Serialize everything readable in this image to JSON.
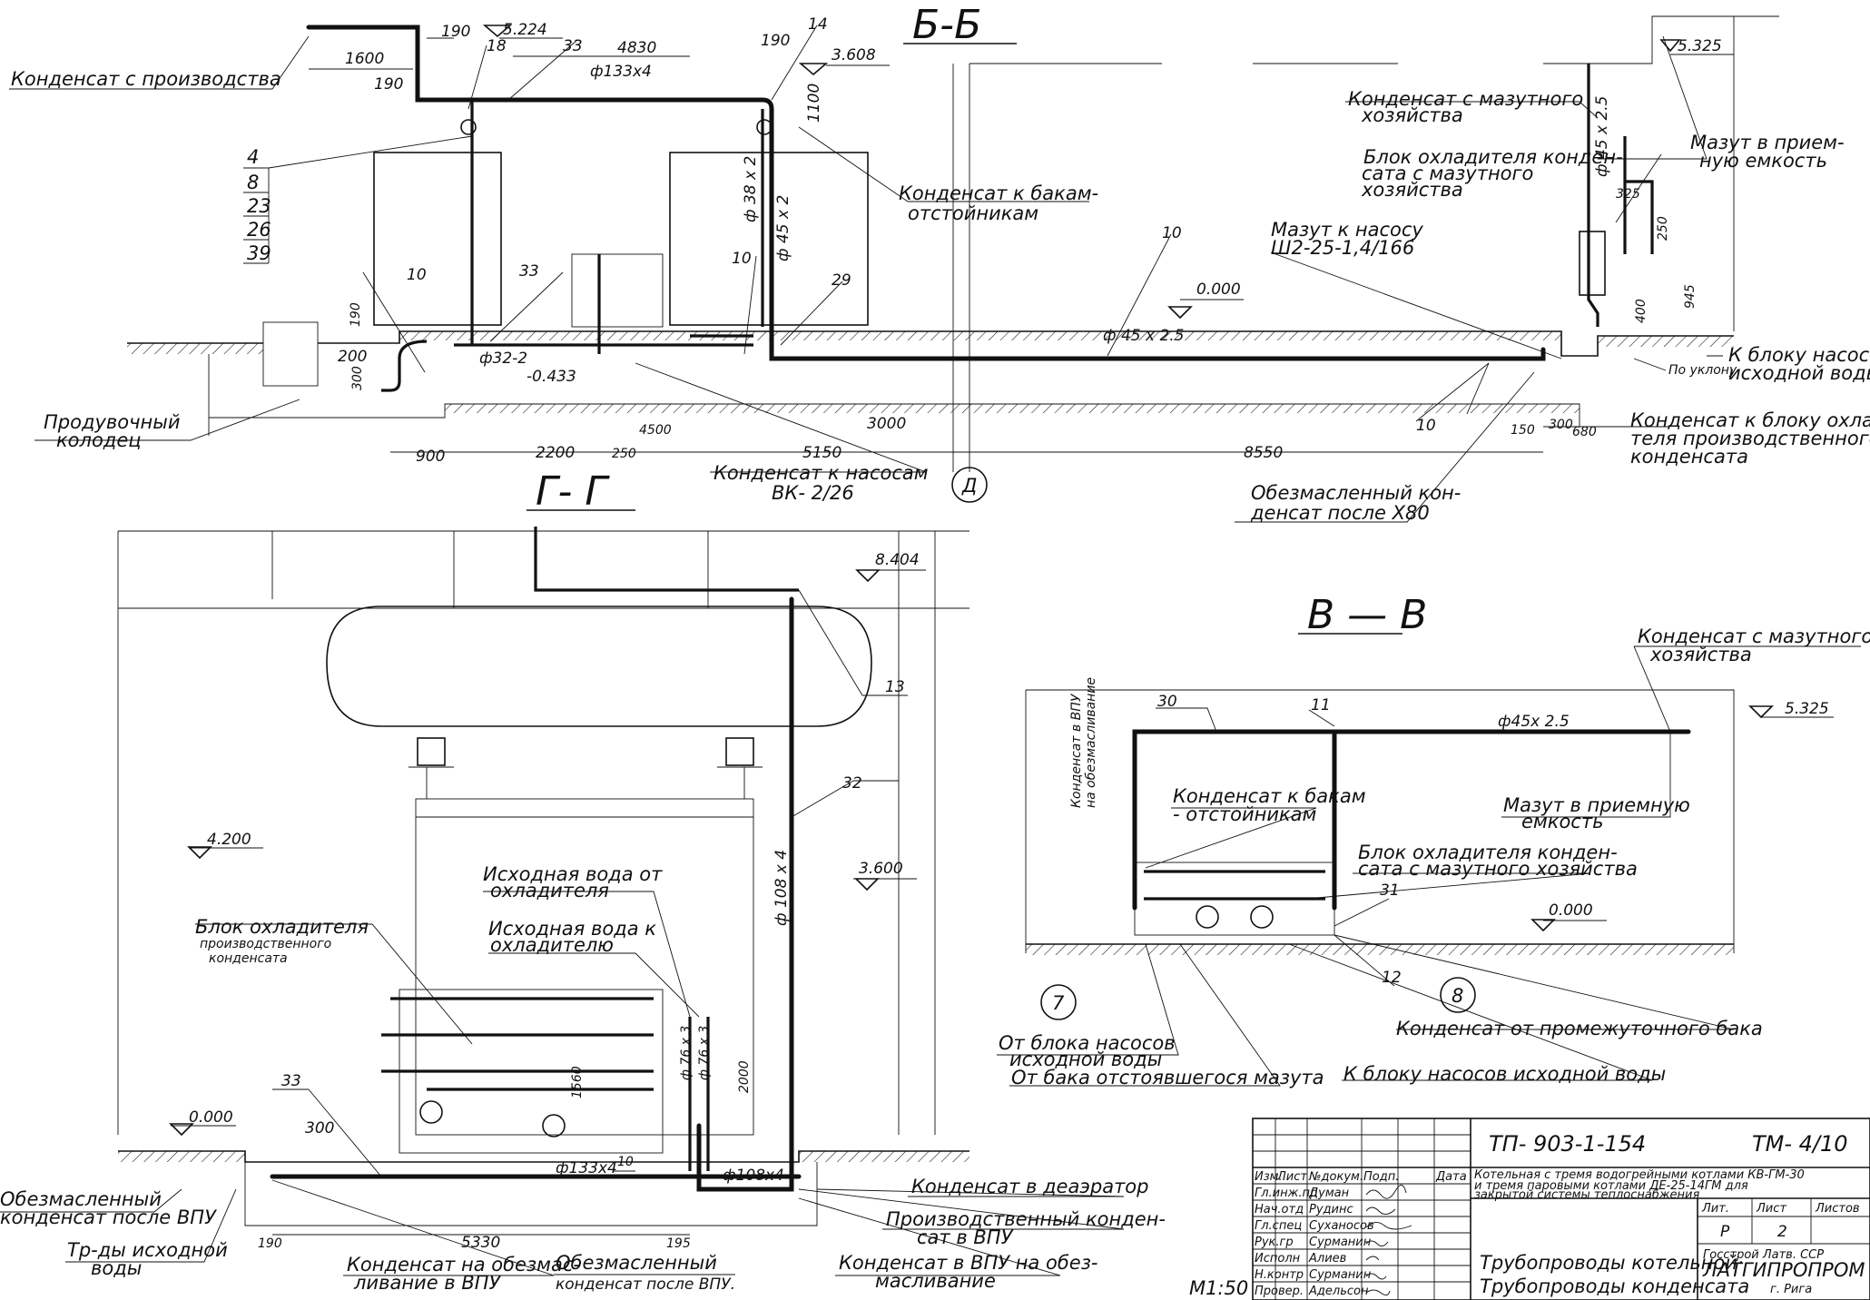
{
  "sections": {
    "bb": {
      "title": "Б-Б"
    },
    "gg": {
      "title": "Г- Г"
    },
    "vv": {
      "title": "В — В"
    }
  },
  "elevations": {
    "e5224": "5.224",
    "e3608": "3.608",
    "e5325a": "5.325",
    "e0000a": "0.000",
    "e0433": "-0.433",
    "e8404": "8.404",
    "e4200": "4.200",
    "e3600": "3.600",
    "e0000b": "0.000",
    "e5325b": "5.325",
    "e0000c": "0.000"
  },
  "dims": {
    "d1600": "1600",
    "d190a": "190",
    "d190b": "190",
    "d4830": "4830",
    "d190c": "190",
    "d1100": "1100",
    "p133a": "ф133х4",
    "p38": "ф 38 х 2",
    "p45v": "ф 45 х 2",
    "p45h": "ф 45 х 2.5",
    "p45r": "ф 45 х 2.5",
    "d325": "325",
    "d250": "250",
    "d945": "945",
    "d400": "400",
    "d190d": "190",
    "d200": "200",
    "d300": "300",
    "p32": "ф32-2",
    "d900": "900",
    "d2200": "2200",
    "d250b": "250",
    "d4500": "4500",
    "d3000": "3000",
    "d5150": "5150",
    "d8550": "8550",
    "d150": "150",
    "d300b": "300",
    "d680": "680",
    "p108v": "ф 108 х 4",
    "p76a": "ф 76 х 3",
    "p76b": "ф 76 х 3",
    "d1560": "1560",
    "d2000": "2000",
    "p133b": "ф133х4",
    "p108h": "ф108х4",
    "d300c": "300",
    "d5330": "5330",
    "d190e": "190",
    "d195": "195",
    "p45vv": "ф45х 2.5"
  },
  "positions": {
    "n18": "18",
    "n33a": "33",
    "n14": "14",
    "n4": "4",
    "n8": "8",
    "n23": "23",
    "n26": "26",
    "n39": "39",
    "n10a": "10",
    "n33b": "33",
    "n10b": "10",
    "n29": "29",
    "n10c": "10",
    "n10d": "10",
    "n13": "13",
    "n32": "32",
    "n33c": "33",
    "n10e": "10",
    "n30": "30",
    "n11": "11",
    "n31": "31",
    "n12": "12"
  },
  "axes": {
    "a_d": "Д",
    "a_7": "7",
    "a_8": "8"
  },
  "labels": {
    "kond_proizv": "Конденсат с производства",
    "kond_mazut1a": "Конденсат с мазутного",
    "kond_mazut1b": "хозяйства",
    "mazut_priem1a": "Мазут в прием-",
    "mazut_priem1b": "ную емкость",
    "blok_ohl1a": "Блок охладителя конден-",
    "blok_ohl1b": "сата с мазутного",
    "blok_ohl1c": "хозяйства",
    "kond_bakam1a": "Конденсат к бакам-",
    "kond_bakam1b": "отстойникам",
    "mazut_nasos_a": "Мазут к насосу",
    "mazut_nasos_b": "Ш2-25-1,4/166",
    "po_uklonu": "По уклону",
    "k_bloku_nas_a": "К блоку насосов",
    "k_bloku_nas_b": "исходной воды",
    "kond_k_bloku_a": "Конденсат к блоку охлади-",
    "kond_k_bloku_b": "теля производственного",
    "kond_k_bloku_c": "конденсата",
    "produv_a": "Продувочный",
    "produv_b": "колодец",
    "kond_nasosam_a": "Конденсат к насосам",
    "kond_nasosam_b": "ВК- 2/26",
    "obezm1_a": "Обезмасленный кон-",
    "obezm1_b": "денсат после Х80",
    "ish_ot_a": "Исходная вода от",
    "ish_ot_b": "охладителя",
    "ish_k_a": "Исходная вода к",
    "ish_k_b": "охладителю",
    "blok_proizv_a": "Блок охладителя",
    "blok_proizv_b": "производственного",
    "blok_proizv_c": "конденсата",
    "kond_deaer": "Конденсат в деаэратор",
    "proizv_kond_a": "Производственный конден-",
    "proizv_kond_b": "сат в ВПУ",
    "kond_vpu_a": "Конденсат в ВПУ на обез-",
    "kond_vpu_b": "масливание",
    "obezm2_a": "Обезмасленный",
    "obezm2_b": "конденсат после ВПУ",
    "trudy_a": "Тр-ды исходной",
    "trudy_b": "воды",
    "kond_obezmas_a": "Конденсат на обезмас-",
    "kond_obezmas_b": "ливание в ВПУ",
    "obezm3_a": "Обезмасленный",
    "obezm3_b": "конденсат после ВПУ.",
    "kond_mazut2a": "Конденсат с мазутного",
    "kond_mazut2b": "хозяйства",
    "kond_vpu_vert_a": "Конденсат в ВПУ",
    "kond_vpu_vert_b": "на обезмасливание",
    "kond_bakam2a": "Конденсат к бакам",
    "kond_bakam2b": "- отстойникам",
    "blok_ohl2a": "Блок охладителя конден-",
    "blok_ohl2b": "сата с мазутного хозяйства",
    "mazut_priem2a": "Мазут в приемную",
    "mazut_priem2b": "емкость",
    "ot_bloka_a": "От блока насосов",
    "ot_bloka_b": "исходной воды",
    "ot_baka": "От бака отстоявшегося мазута",
    "kond_promezh": "Конденсат от промежуточного бака",
    "k_bloku_ish": "К блоку насосов исходной воды"
  },
  "title_block": {
    "doc_code": "ТП- 903-1-154",
    "sheet_code": "ТМ- 4/10",
    "description_1": "Котельная с тремя водогрейными котлами КВ-ГМ-30",
    "description_2": "и тремя паровыми котлами ДЕ-25-14ГМ для",
    "description_3": "закрытой системы теплоснабжения",
    "drawing_title_1": "Трубопроводы котельной·",
    "drawing_title_2": "Трубопроводы конденсата",
    "org_1": "Госстрой Латв. ССР",
    "org_2": "ЛАТГИПРОПРОМ",
    "org_3": "г. Рига",
    "scale": "М1:50",
    "header": {
      "izm": "Изм.",
      "list": "Лист",
      "nodoc": "№докум.",
      "podp": "Подп.",
      "data": "Дата"
    },
    "stage_header": {
      "lit": "Лит.",
      "list": "Лист",
      "listov": "Листов"
    },
    "stage": {
      "lit": "Р",
      "list": "2",
      "listov": ""
    },
    "roles": [
      {
        "role": "Гл.инж.пр",
        "name": "Думан"
      },
      {
        "role": "Нач.отд",
        "name": "Рудинс"
      },
      {
        "role": "Гл.спец",
        "name": "Суханосов"
      },
      {
        "role": "Рук.гр",
        "name": "Сурманин"
      },
      {
        "role": "Исполн",
        "name": "Алиев"
      },
      {
        "role": "Н.контр",
        "name": "Сурманин"
      },
      {
        "role": "Провер.",
        "name": "Адельсон"
      }
    ]
  }
}
